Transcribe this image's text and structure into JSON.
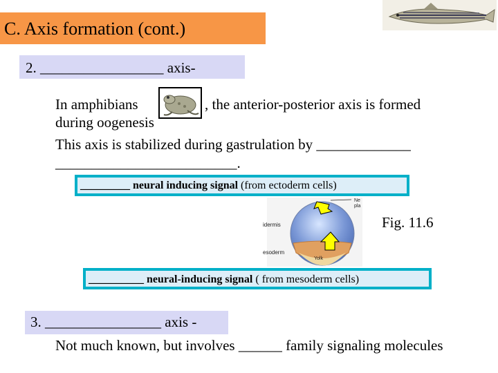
{
  "title": "C. Axis formation (cont.)",
  "section2": {
    "heading": "2. _________________ axis-",
    "line1_part1": "In  amphibians",
    "line1_part2": ",   the  anterior-posterior axis is formed",
    "line2": "during oogenesis",
    "line3": "This axis is stabilized during gastrulation by _____________",
    "line4": "_________________________."
  },
  "signal_top": {
    "prefix": "_________ neural inducing signal",
    "suffix": "  (from ectoderm cells)"
  },
  "figure": {
    "label": "Fig. 11.6",
    "labels": [
      "Ne",
      "pla",
      "idermis",
      "esoderm",
      "Yolk"
    ]
  },
  "signal_bottom": {
    "prefix": "__________ neural-inducing signal",
    "suffix": " ( from mesoderm cells)"
  },
  "section3": {
    "heading": "3. ________________ axis -",
    "line1": "Not much known, but involves ______ family signaling molecules"
  },
  "colors": {
    "title_bg": "#f79646",
    "box_bg": "#d8d8f5",
    "signal_border": "#00b0c8",
    "signal_bg": "#ddeef8",
    "arrow_fill": "#ffff00"
  },
  "icons": [
    "zebrafish-image",
    "frog-image",
    "embryo-diagram",
    "arrow-icon"
  ]
}
